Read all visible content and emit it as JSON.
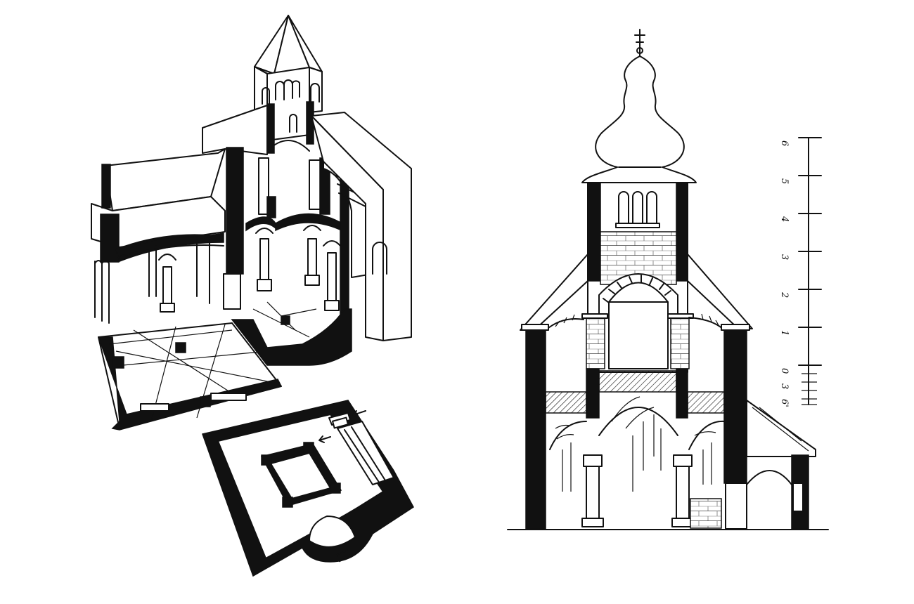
{
  "scale": {
    "labels": [
      "6",
      "5",
      "4",
      "3",
      "2",
      "1",
      "0",
      "3",
      "6'"
    ]
  }
}
